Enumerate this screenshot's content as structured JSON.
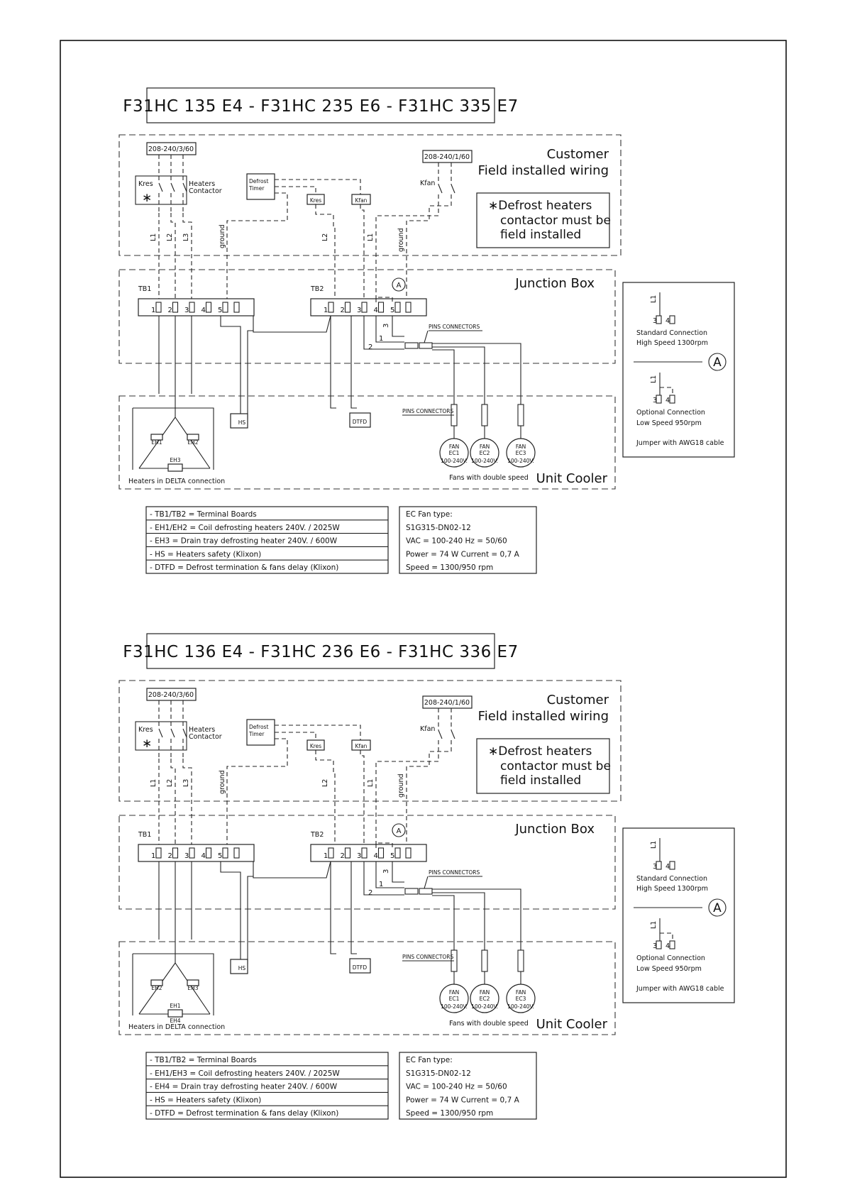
{
  "diagrams": [
    {
      "title": "F31HC 135 E4 - F31HC 235 E6 - F31HC 335 E7",
      "customer_zone": {
        "line1": "Customer",
        "line2": "Field installed wiring"
      },
      "supply_3ph": "208-240/3/60",
      "supply_1ph": "208-240/1/60",
      "kres_label": "Kres",
      "asterisk": "∗",
      "heaters_contactor": {
        "line1": "Heaters",
        "line2": "Contactor"
      },
      "defrost_timer": {
        "line1": "Defrost",
        "line2": "Timer"
      },
      "kres_relay": "Kres",
      "kfan_relay": "Kfan",
      "kfan_label": "Kfan",
      "note": {
        "line1": "∗Defrost heaters",
        "line2": "contactor must be",
        "line3": "field installed"
      },
      "wire_labels": {
        "l1": "L1",
        "l2": "L2",
        "l3": "L3",
        "ground": "ground"
      },
      "junction_box": "Junction Box",
      "tb1": "TB1",
      "tb2": "TB2",
      "terminals": [
        "1",
        "2",
        "3",
        "4",
        "5"
      ],
      "marker_a": "A",
      "wire_nums": {
        "one": "1",
        "two": "2",
        "three": "3"
      },
      "pins_connectors": "PINS CONNECTORS",
      "hs": "HS",
      "dtfd": "DTFD",
      "heater_top_left": "EH1",
      "heater_top_right": "EH2",
      "heater_bottom": "EH3",
      "heater_bottom_extra": "",
      "heaters_delta": "Heaters in DELTA connection",
      "fans": [
        {
          "line1": "FAN",
          "line2": "EC1",
          "line3": "100-240V."
        },
        {
          "line1": "FAN",
          "line2": "EC2",
          "line3": "100-240V."
        },
        {
          "line1": "FAN",
          "line2": "EC3",
          "line3": "100-240V."
        }
      ],
      "fans_caption": "Fans with double speed",
      "unit_cooler": "Unit Cooler",
      "side_panel": {
        "l1": "L1",
        "t3": "3",
        "t4": "4",
        "standard_line1": "Standard Connection",
        "standard_line2": "High Speed 1300rpm",
        "marker": "A",
        "optional_line1": "Optional Connection",
        "optional_line2": "Low Speed 950rpm",
        "jumper": "Jumper with AWG18 cable"
      },
      "legend": [
        "- TB1/TB2 = Terminal Boards",
        "- EH1/EH2 = Coil defrosting heaters 240V. / 2025W",
        "- EH3 = Drain tray defrosting heater 240V. / 600W",
        "- HS = Heaters safety (Klixon)",
        "- DTFD = Defrost termination & fans delay (Klixon)"
      ],
      "fan_spec": [
        "EC Fan type:",
        "S1G315-DN02-12",
        "VAC = 100-240    Hz = 50/60",
        "Power = 74 W     Current = 0,7 A",
        "Speed = 1300/950 rpm"
      ]
    },
    {
      "title": "F31HC 136 E4 - F31HC 236 E6 - F31HC 336 E7",
      "customer_zone": {
        "line1": "Customer",
        "line2": "Field installed wiring"
      },
      "supply_3ph": "208-240/3/60",
      "supply_1ph": "208-240/1/60",
      "kres_label": "Kres",
      "asterisk": "∗",
      "heaters_contactor": {
        "line1": "Heaters",
        "line2": "Contactor"
      },
      "defrost_timer": {
        "line1": "Defrost",
        "line2": "Timer"
      },
      "kres_relay": "Kres",
      "kfan_relay": "Kfan",
      "kfan_label": "Kfan",
      "note": {
        "line1": "∗Defrost heaters",
        "line2": "contactor must be",
        "line3": "field installed"
      },
      "wire_labels": {
        "l1": "L1",
        "l2": "L2",
        "l3": "L3",
        "ground": "ground"
      },
      "junction_box": "Junction Box",
      "tb1": "TB1",
      "tb2": "TB2",
      "terminals": [
        "1",
        "2",
        "3",
        "4",
        "5"
      ],
      "marker_a": "A",
      "wire_nums": {
        "one": "1",
        "two": "2",
        "three": "3"
      },
      "pins_connectors": "PINS CONNECTORS",
      "hs": "HS",
      "dtfd": "DTFD",
      "heater_top_left": "EH2",
      "heater_top_right": "EH3",
      "heater_bottom": "EH1",
      "heater_bottom_extra": "EH4",
      "heaters_delta": "Heaters in DELTA connection",
      "fans": [
        {
          "line1": "FAN",
          "line2": "EC1",
          "line3": "100-240V."
        },
        {
          "line1": "FAN",
          "line2": "EC2",
          "line3": "100-240V."
        },
        {
          "line1": "FAN",
          "line2": "EC3",
          "line3": "100-240V."
        }
      ],
      "fans_caption": "Fans with double speed",
      "unit_cooler": "Unit Cooler",
      "side_panel": {
        "l1": "L1",
        "t3": "3",
        "t4": "4",
        "standard_line1": "Standard Connection",
        "standard_line2": "High Speed 1300rpm",
        "marker": "A",
        "optional_line1": "Optional Connection",
        "optional_line2": "Low Speed 950rpm",
        "jumper": "Jumper with AWG18 cable"
      },
      "legend": [
        "- TB1/TB2 = Terminal Boards",
        "- EH1/EH3 = Coil defrosting heaters 240V. / 2025W",
        "- EH4 = Drain tray defrosting heater 240V. / 600W",
        "- HS = Heaters safety (Klixon)",
        "- DTFD = Defrost termination & fans delay (Klixon)"
      ],
      "fan_spec": [
        "EC Fan type:",
        "S1G315-DN02-12",
        "VAC = 100-240    Hz = 50/60",
        "Power = 74 W     Current = 0,7 A",
        "Speed = 1300/950 rpm"
      ]
    }
  ]
}
